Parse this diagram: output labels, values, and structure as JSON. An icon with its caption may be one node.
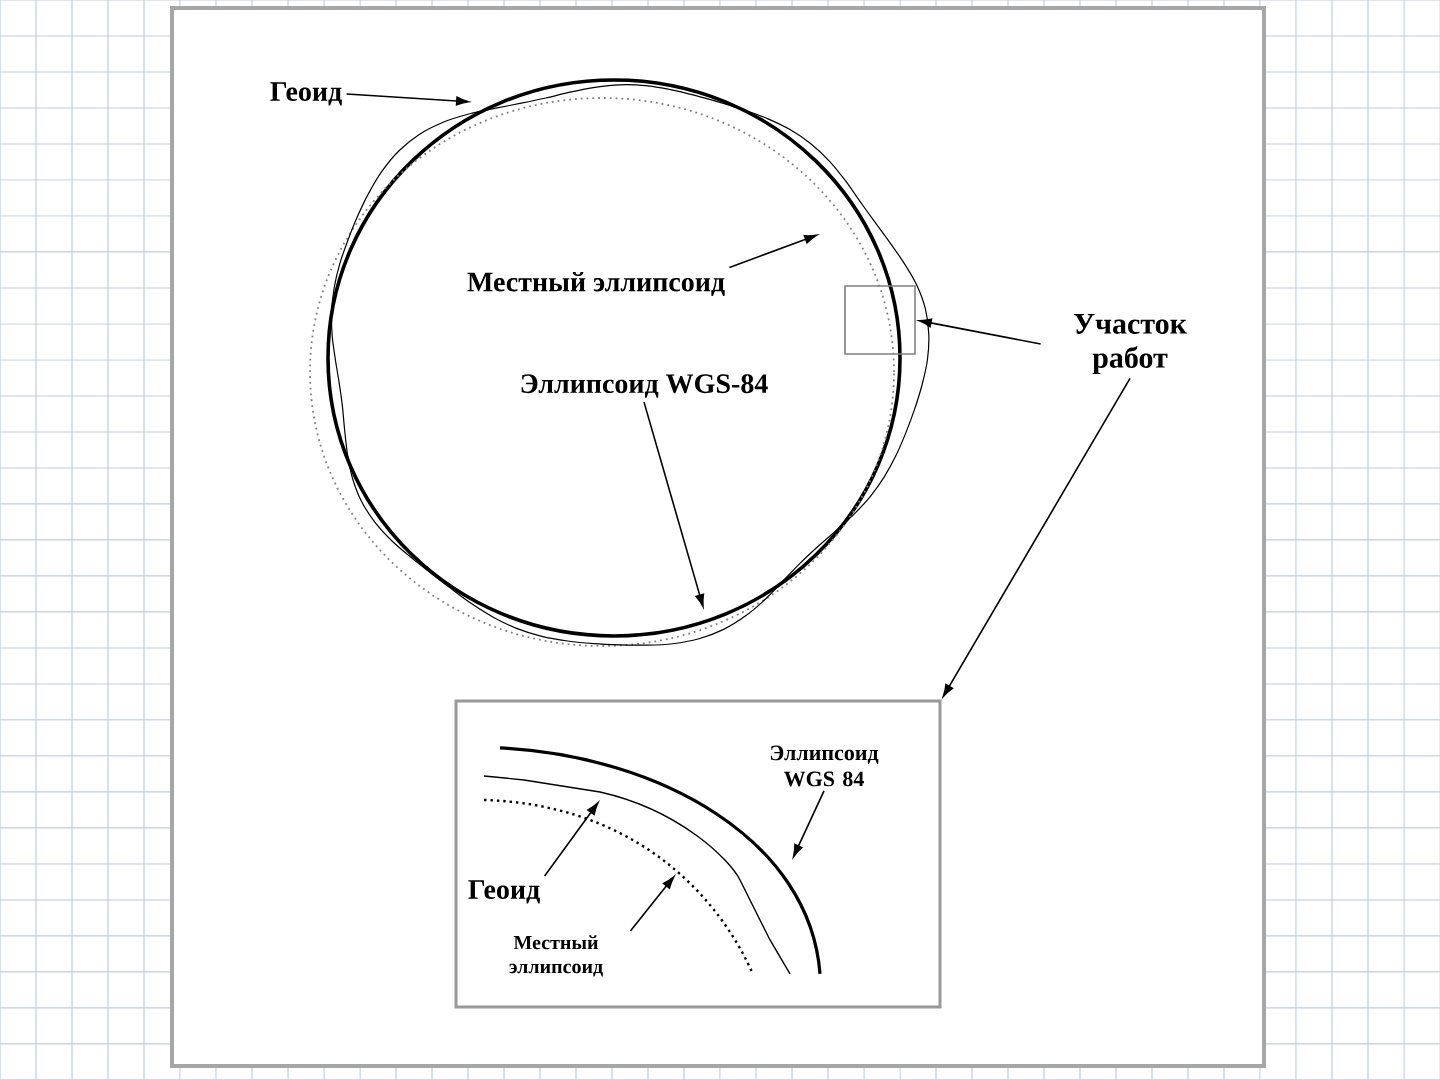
{
  "diagram": {
    "nodes": [
      {
        "text": [
          "Геоид"
        ]
      },
      {
        "text": [
          "Местный эллипсоид"
        ]
      },
      {
        "text": [
          "Эллипсоид WGS-84"
        ]
      },
      {
        "text": [
          "Участок работ"
        ]
      },
      {
        "text": [],
        "shape": "box"
      },
      {
        "text": [],
        "shape": "box"
      },
      {
        "text": [
          "Эллипсоид WGS 84"
        ],
        "in": 5
      },
      {
        "text": [
          "Геоид"
        ],
        "in": 5
      },
      {
        "text": [
          "Местный эллипсоид"
        ],
        "in": 5
      }
    ],
    "edges": [
      {
        "from": 0,
        "to": null,
        "arrow": "to"
      },
      {
        "from": 1,
        "to": null,
        "arrow": "to"
      },
      {
        "from": 2,
        "to": null,
        "arrow": "to"
      },
      {
        "from": 3,
        "to": 4,
        "arrow": "to"
      },
      {
        "from": 3,
        "to": 5,
        "arrow": "to"
      },
      {
        "from": 6,
        "to": null,
        "arrow": "to"
      },
      {
        "from": 7,
        "to": null,
        "arrow": "to"
      },
      {
        "from": 8,
        "to": null,
        "arrow": "to"
      }
    ]
  }
}
